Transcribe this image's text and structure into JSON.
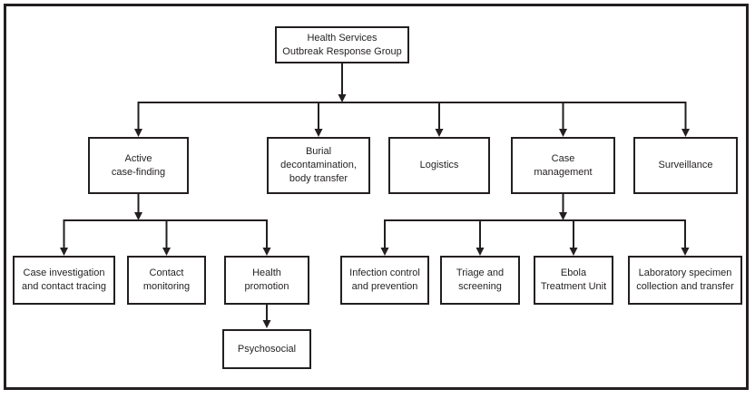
{
  "figure": {
    "kind": "flowchart-organizational-chart",
    "background_color": "#ffffff",
    "line_color": "#231f20",
    "frame_color": "#231f20"
  },
  "nodes": {
    "root": {
      "label": "Health Services\nOutbreak Response Group",
      "children": [
        "active_case_finding",
        "burial_decontamination",
        "logistics",
        "case_management",
        "surveillance"
      ]
    },
    "active_case_finding": {
      "label": "Active\ncase-finding",
      "children": [
        "case_investigation",
        "contact_monitoring",
        "health_promotion"
      ]
    },
    "burial_decontamination": {
      "label": "Burial\ndecontamination,\nbody transfer",
      "children": []
    },
    "logistics": {
      "label": "Logistics",
      "children": []
    },
    "case_management": {
      "label": "Case\nmanagement",
      "children": [
        "infection_control",
        "triage_screening",
        "ebola_treatment_unit",
        "laboratory_specimen"
      ]
    },
    "surveillance": {
      "label": "Surveillance",
      "children": []
    },
    "case_investigation": {
      "label": "Case investigation\nand contact tracing",
      "children": []
    },
    "contact_monitoring": {
      "label": "Contact\nmonitoring",
      "children": []
    },
    "health_promotion": {
      "label": "Health\npromotion",
      "children": [
        "psychosocial"
      ]
    },
    "infection_control": {
      "label": "Infection control\nand prevention",
      "children": []
    },
    "triage_screening": {
      "label": "Triage and\nscreening",
      "children": []
    },
    "ebola_treatment_unit": {
      "label": "Ebola\nTreatment Unit",
      "children": []
    },
    "laboratory_specimen": {
      "label": "Laboratory specimen\ncollection and transfer",
      "children": []
    },
    "psychosocial": {
      "label": "Psychosocial",
      "children": []
    }
  }
}
